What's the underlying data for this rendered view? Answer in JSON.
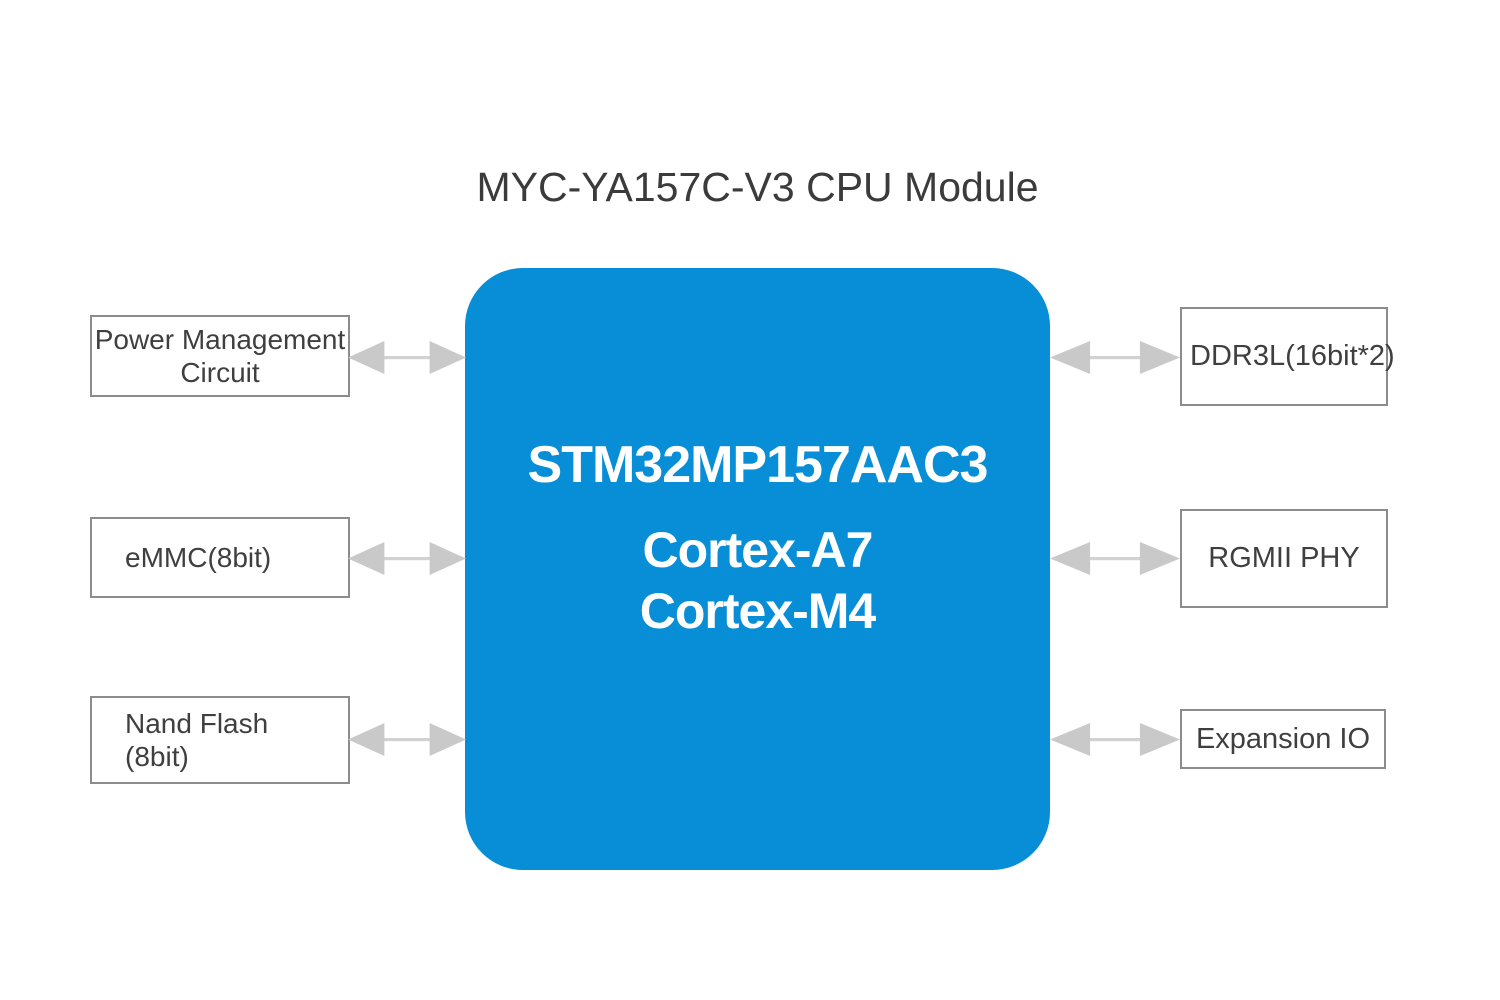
{
  "title": "MYC-YA157C-V3 CPU Module",
  "cpu_module": {
    "chip": "STM32MP157AAC3",
    "cores": [
      "Cortex-A7",
      "Cortex-M4"
    ]
  },
  "peripherals": {
    "left": [
      {
        "id": "power-management",
        "lines": [
          "Power Management",
          "Circuit"
        ]
      },
      {
        "id": "emmc",
        "lines": [
          "eMMC(8bit)"
        ]
      },
      {
        "id": "nand-flash",
        "lines": [
          "Nand Flash",
          "(8bit)"
        ]
      }
    ],
    "right": [
      {
        "id": "ddr3l",
        "lines": [
          "DDR3L(16bit*2)"
        ]
      },
      {
        "id": "rgmii-phy",
        "lines": [
          "RGMII PHY"
        ]
      },
      {
        "id": "expansion-io",
        "lines": [
          "Expansion IO"
        ]
      }
    ]
  },
  "connections": [
    {
      "from": "Power Management Circuit",
      "to": "STM32MP157AAC3",
      "direction": "bidirectional"
    },
    {
      "from": "eMMC(8bit)",
      "to": "STM32MP157AAC3",
      "direction": "bidirectional"
    },
    {
      "from": "Nand Flash (8bit)",
      "to": "STM32MP157AAC3",
      "direction": "bidirectional"
    },
    {
      "from": "STM32MP157AAC3",
      "to": "DDR3L(16bit*2)",
      "direction": "bidirectional"
    },
    {
      "from": "STM32MP157AAC3",
      "to": "RGMII PHY",
      "direction": "bidirectional"
    },
    {
      "from": "STM32MP157AAC3",
      "to": "Expansion IO",
      "direction": "bidirectional"
    }
  ],
  "icons": {
    "bidirectional_arrow": "double-headed horizontal arrow"
  },
  "colors": {
    "cpu_fill": "#088ED6",
    "cpu_text": "#FFFFFF",
    "arrow_head": "#C9C9C9",
    "arrow_line": "#D2D2D2",
    "box_border": "#8C8C8C",
    "text": "#3F3F3F",
    "title_text": "#3B3B3B",
    "background": "#FFFFFF"
  }
}
